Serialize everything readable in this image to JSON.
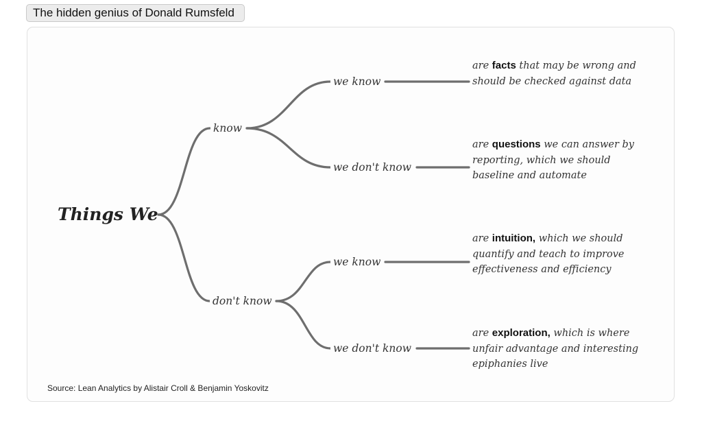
{
  "header": {
    "title": "The hidden genius of Donald Rumsfeld"
  },
  "diagram": {
    "root": "Things We",
    "branches": [
      {
        "label": "know",
        "children": [
          {
            "label": "we know",
            "description_pre": "are",
            "description_keyword": "facts",
            "description_post": "that may be wrong and should be checked against data"
          },
          {
            "label": "we don't know",
            "description_pre": "are",
            "description_keyword": "questions",
            "description_post": "we can answer by reporting, which we should baseline and automate"
          }
        ]
      },
      {
        "label": "don't know",
        "children": [
          {
            "label": "we know",
            "description_pre": "are",
            "description_keyword": "intuition,",
            "description_post": "which we should quantify and teach to improve effectiveness and efficiency"
          },
          {
            "label": "we don't know",
            "description_pre": "are",
            "description_keyword": "exploration,",
            "description_post": "which is where unfair advantage and interesting epiphanies live"
          }
        ]
      }
    ]
  },
  "footer": {
    "source": "Source: Lean Analytics by Alistair Croll & Benjamin Yoskovitz"
  },
  "colors": {
    "connector": "#6e6e6e",
    "card_background": "#fdfdfd",
    "tab_background": "#ececec"
  }
}
